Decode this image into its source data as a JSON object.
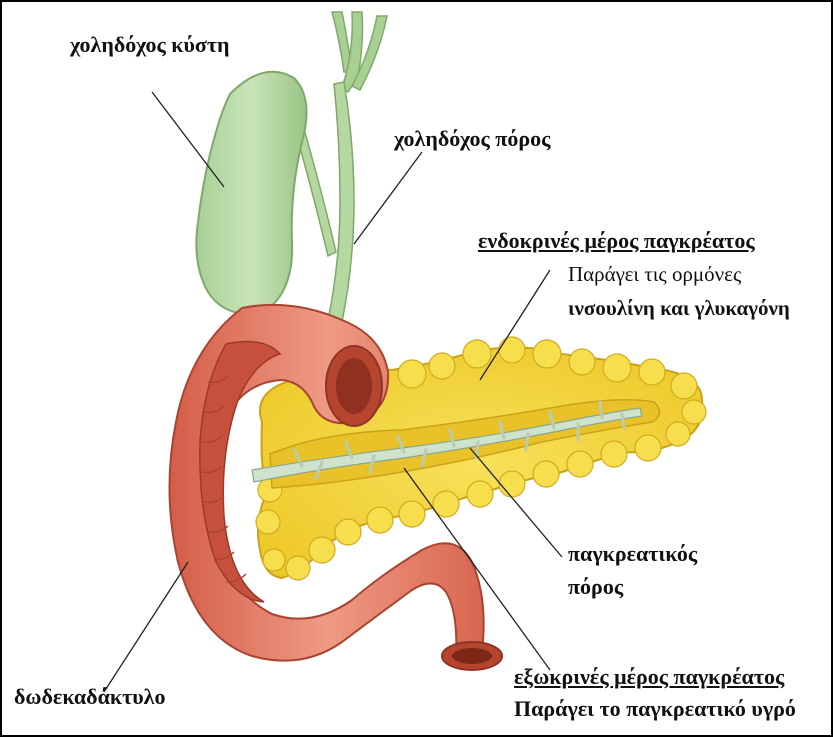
{
  "labels": {
    "gallbladder": "χοληδόχος κύστη",
    "bile_duct": "χοληδόχος πόρος",
    "endocrine_title": "ενδοκρινές μέρος παγκρέατος",
    "endocrine_line1": "Παράγει τις ορμόνες",
    "endocrine_line2_bold": "ινσουλίνη",
    "endocrine_line2_rest": " και γλυκαγόνη",
    "pancreatic_duct_1": "παγκρεατικός",
    "pancreatic_duct_2": "πόρος",
    "duodenum": "δωδεκαδάκτυλο",
    "exocrine_title": "εξωκρινές μέρος παγκρέατος",
    "exocrine_desc": "Παράγει το παγκρεατικό υγρό"
  },
  "colors": {
    "gallbladder": "#b7d9a6",
    "pancreas": "#f3dc3c",
    "pancreas_light": "#fbee8a",
    "duodenum": "#e0735f",
    "duodenum_inner": "#c8553f",
    "duct": "#c9dcc8"
  }
}
